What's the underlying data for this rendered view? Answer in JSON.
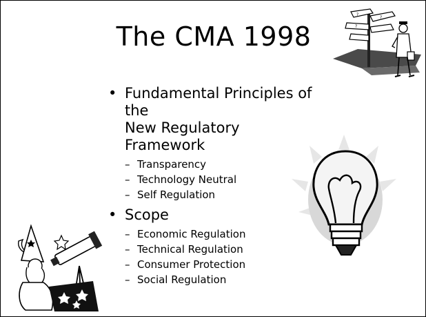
{
  "slide": {
    "title": "The CMA 1998",
    "bullets": [
      {
        "text": "Fundamental Principles of the New Regulatory Framework",
        "line1": "Fundamental Principles of the",
        "line2": "New Regulatory Framework",
        "sub": [
          "Transparency",
          "Technology Neutral",
          "Self Regulation"
        ]
      },
      {
        "text": "Scope",
        "sub": [
          "Economic Regulation",
          "Technical Regulation",
          "Consumer Protection",
          "Social Regulation"
        ]
      }
    ]
  },
  "icons": [
    "signpost-man-clipart-icon",
    "lightbulb-clipart-icon",
    "wizard-telescope-clipart-icon"
  ]
}
